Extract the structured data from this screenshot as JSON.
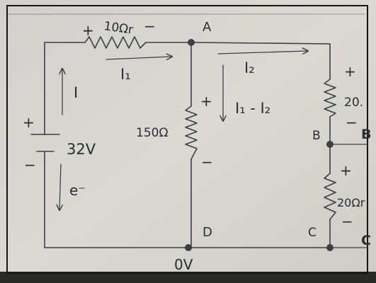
{
  "diagram": {
    "nodes": {
      "a": "A",
      "b": "B",
      "b_outside": "B",
      "c": "C",
      "c_outside": "C",
      "d": "D",
      "ground": "0V"
    },
    "resistors": {
      "r_top": "10Ωr",
      "r_middle": "150Ω",
      "r_right_top": "20.",
      "r_right_bottom": "20Ωr"
    },
    "source": {
      "voltage": "32V"
    },
    "currents": {
      "total": "I",
      "electron": "e⁻",
      "branch_1": "I₁",
      "branch_2": "I₂",
      "difference": "I₁ - I₂"
    },
    "polarity": {
      "plus": "+",
      "minus": "−"
    }
  }
}
